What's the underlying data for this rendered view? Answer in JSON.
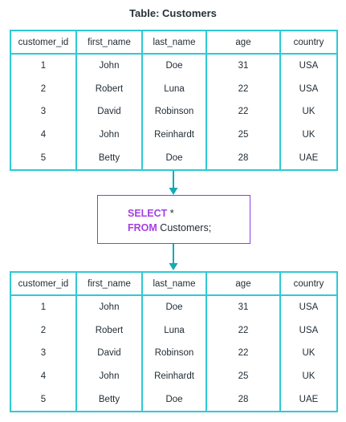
{
  "title": "Table: Customers",
  "columns": [
    "customer_id",
    "first_name",
    "last_name",
    "age",
    "country"
  ],
  "rows": [
    [
      "1",
      "John",
      "Doe",
      "31",
      "USA"
    ],
    [
      "2",
      "Robert",
      "Luna",
      "22",
      "USA"
    ],
    [
      "3",
      "David",
      "Robinson",
      "22",
      "UK"
    ],
    [
      "4",
      "John",
      "Reinhardt",
      "25",
      "UK"
    ],
    [
      "5",
      "Betty",
      "Doe",
      "28",
      "UAE"
    ]
  ],
  "query": {
    "select_kw": "SELECT",
    "select_rest": " *",
    "from_kw": "FROM",
    "from_rest": " Customers;"
  },
  "colors": {
    "table_border": "#2fc9d4",
    "query_border": "#8a3ee6",
    "keyword": "#a53fe0",
    "arrow": "#14a9b5"
  }
}
